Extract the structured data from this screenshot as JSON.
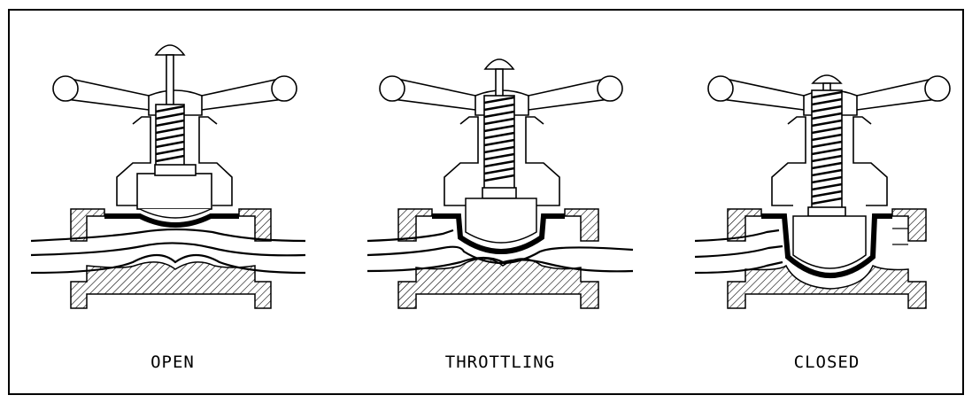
{
  "labels": {
    "open": "OPEN",
    "throttling": "THROTTLING",
    "closed": "CLOSED"
  },
  "valve_states": [
    {
      "name": "open",
      "diaphragm_travel_fraction": 0.0
    },
    {
      "name": "throttling",
      "diaphragm_travel_fraction": 0.5
    },
    {
      "name": "closed",
      "diaphragm_travel_fraction": 1.0
    }
  ],
  "colors": {
    "line": "#000000",
    "background": "#ffffff"
  }
}
